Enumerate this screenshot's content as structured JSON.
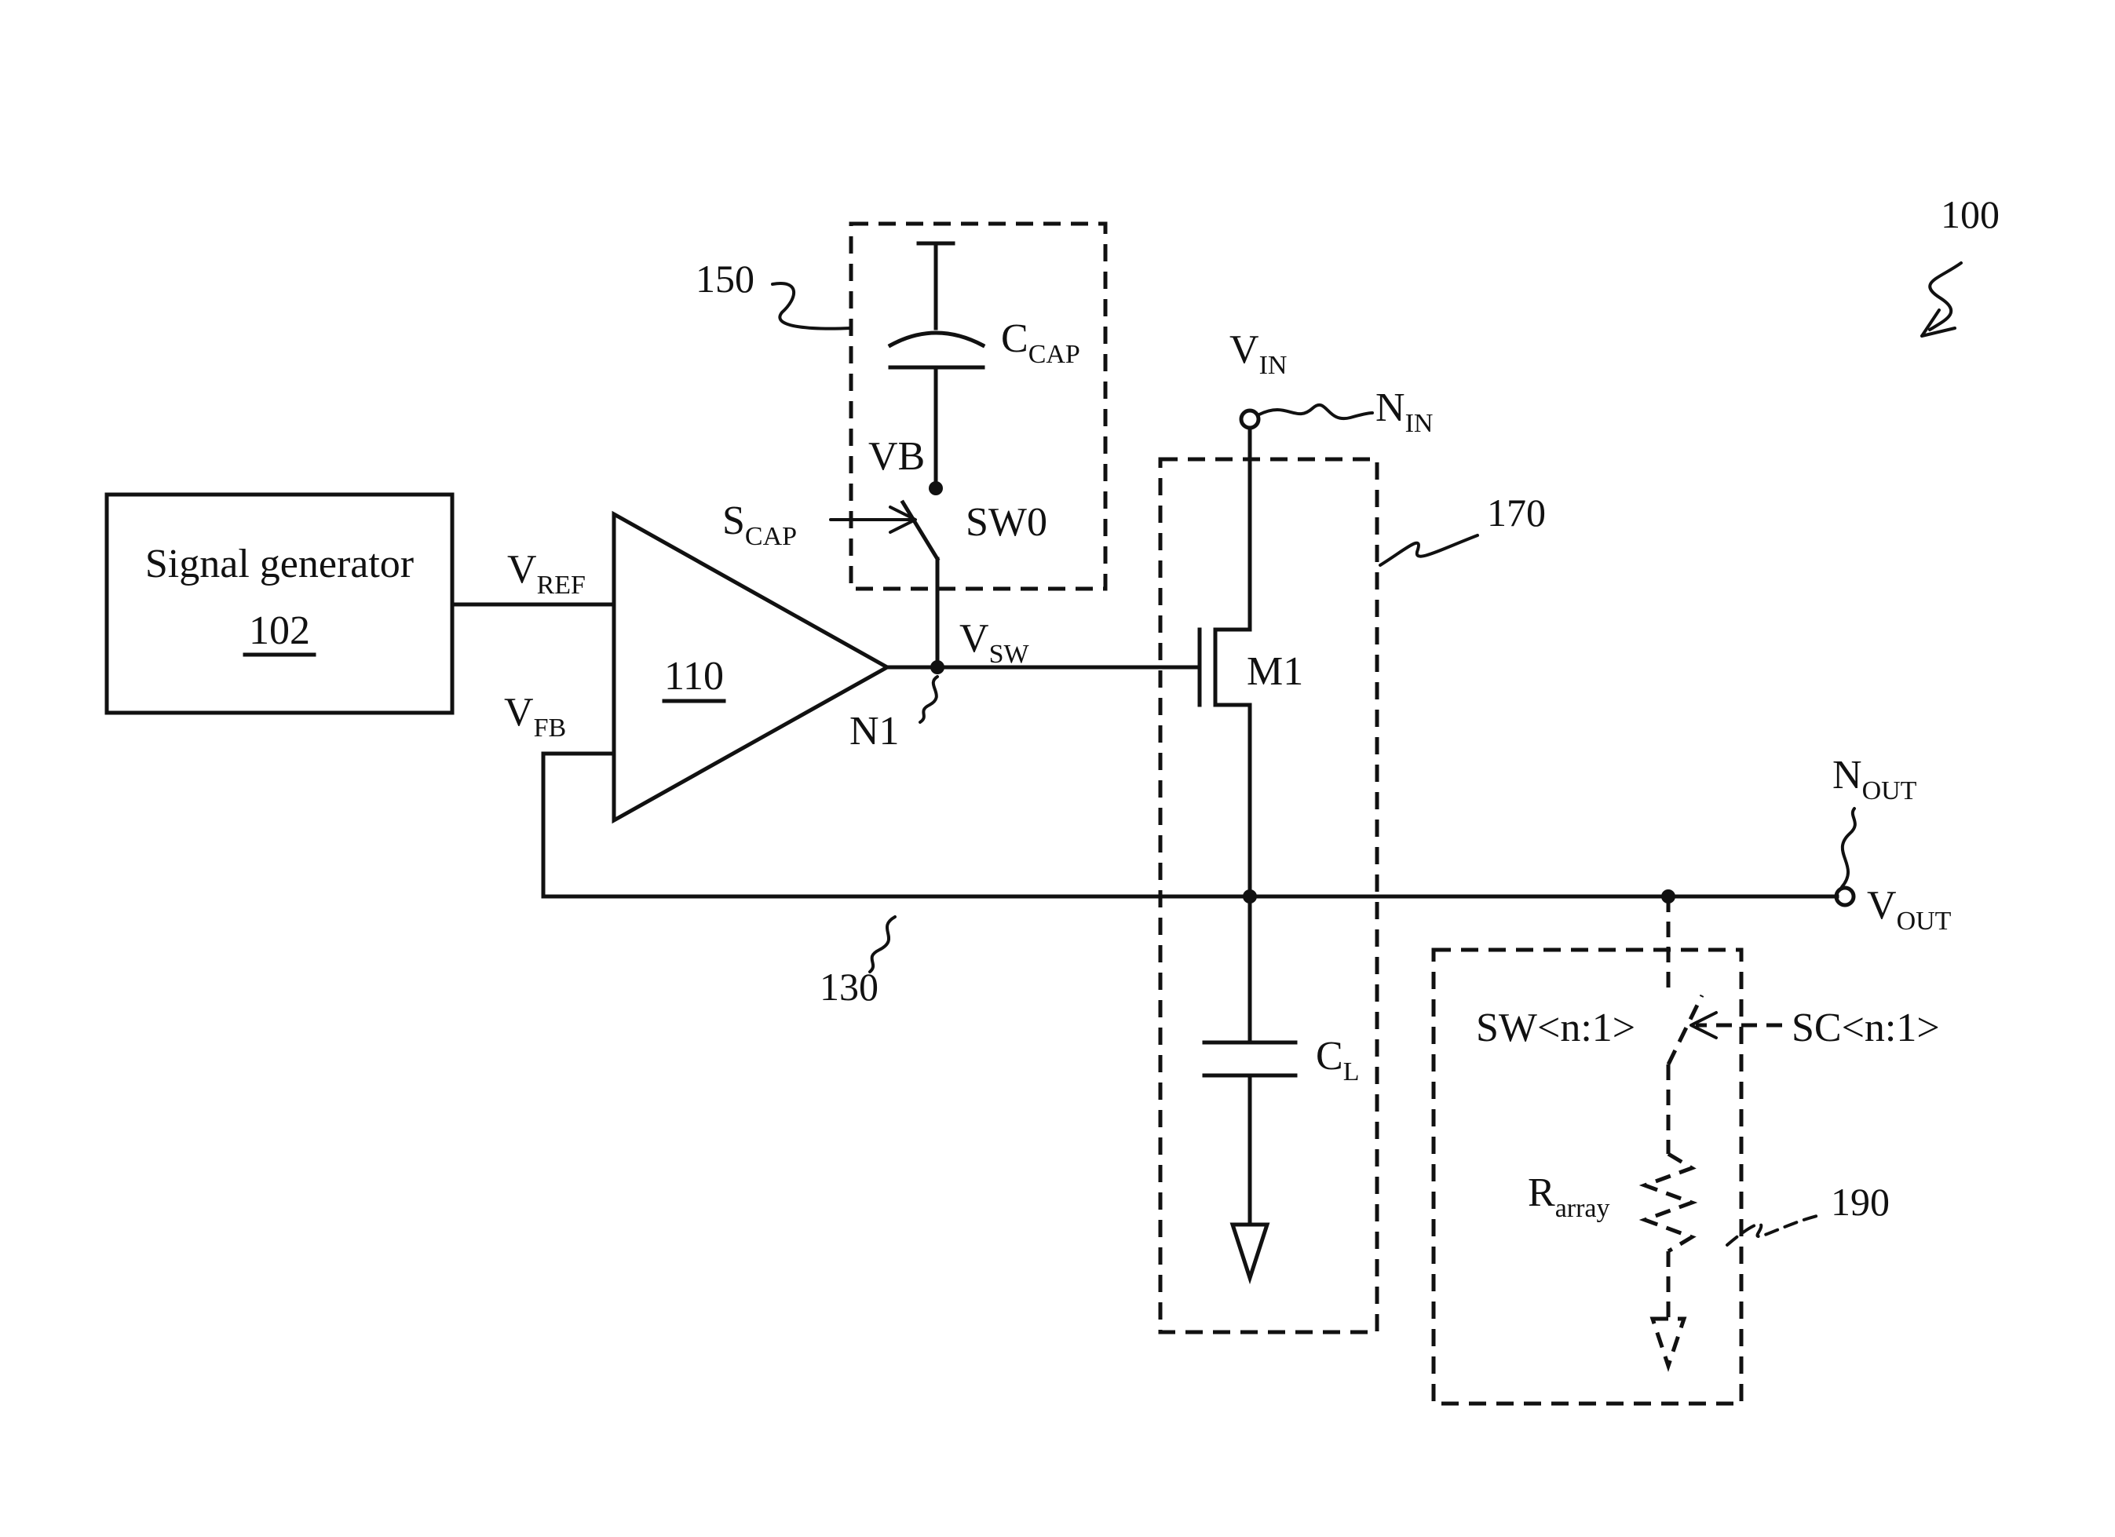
{
  "figure": {
    "number": "100"
  },
  "signal_generator": {
    "name": "Signal generator",
    "ref": "102"
  },
  "amplifier": {
    "ref": "110"
  },
  "feedback_path": {
    "ref": "130"
  },
  "cap_circuit": {
    "ref": "150",
    "capacitor": "C",
    "capacitor_sub": "CAP",
    "node": "VB",
    "switch": "SW0",
    "control": "S",
    "control_sub": "CAP"
  },
  "transistor_circuit": {
    "ref": "170",
    "transistor": "M1",
    "load_cap": "C",
    "load_cap_sub": "L"
  },
  "load_circuit": {
    "ref": "190",
    "switch": "SW<n:1>",
    "control": "SC<n:1>",
    "resistor": "R",
    "resistor_sub": "array"
  },
  "signals": {
    "vref": "V",
    "vref_sub": "REF",
    "vfb": "V",
    "vfb_sub": "FB",
    "vsw": "V",
    "vsw_sub": "SW",
    "vin": "V",
    "vin_sub": "IN",
    "vout": "V",
    "vout_sub": "OUT"
  },
  "nodes": {
    "n1": "N1",
    "nin": "N",
    "nin_sub": "IN",
    "nout": "N",
    "nout_sub": "OUT"
  }
}
